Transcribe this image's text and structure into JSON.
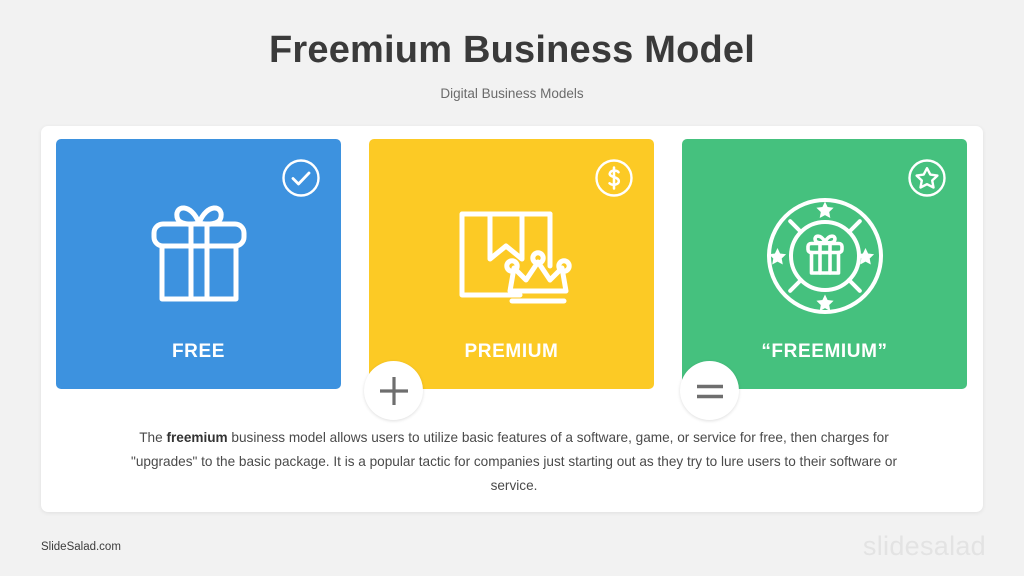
{
  "header": {
    "title": "Freemium Business Model",
    "subtitle": "Digital Business Models"
  },
  "cards": [
    {
      "label": "FREE",
      "color": "#3d92df",
      "icon": "gift-icon",
      "badge": "check-circle-icon"
    },
    {
      "label": "PREMIUM",
      "color": "#fcca25",
      "icon": "premium-box-crown-icon",
      "badge": "dollar-circle-icon"
    },
    {
      "label": "“FREEMIUM”",
      "color": "#45c17e",
      "icon": "gift-medallion-icon",
      "badge": "star-circle-icon"
    }
  ],
  "connectors": [
    {
      "symbol": "+",
      "name": "plus-icon"
    },
    {
      "symbol": "=",
      "name": "equals-icon"
    }
  ],
  "description": {
    "part1": "The ",
    "bold1": "freemium",
    "part2": " business model allows users to utilize basic features of a software, game, or service for free, then charges for \"upgrades\" to the basic package. It is a popular tactic for companies just starting out as they try to lure users to their software or service."
  },
  "footer": {
    "left": "SlideSalad.com",
    "watermark": "slidesalad"
  },
  "colors": {
    "background": "#f2f2f2",
    "panel": "#ffffff",
    "title": "#3a3a3a",
    "subtitle": "#6b6b6b",
    "blue": "#3d92df",
    "yellow": "#fcca25",
    "green": "#45c17e",
    "connector_symbol": "#6e6e6e",
    "watermark": "#e3e3e3"
  }
}
